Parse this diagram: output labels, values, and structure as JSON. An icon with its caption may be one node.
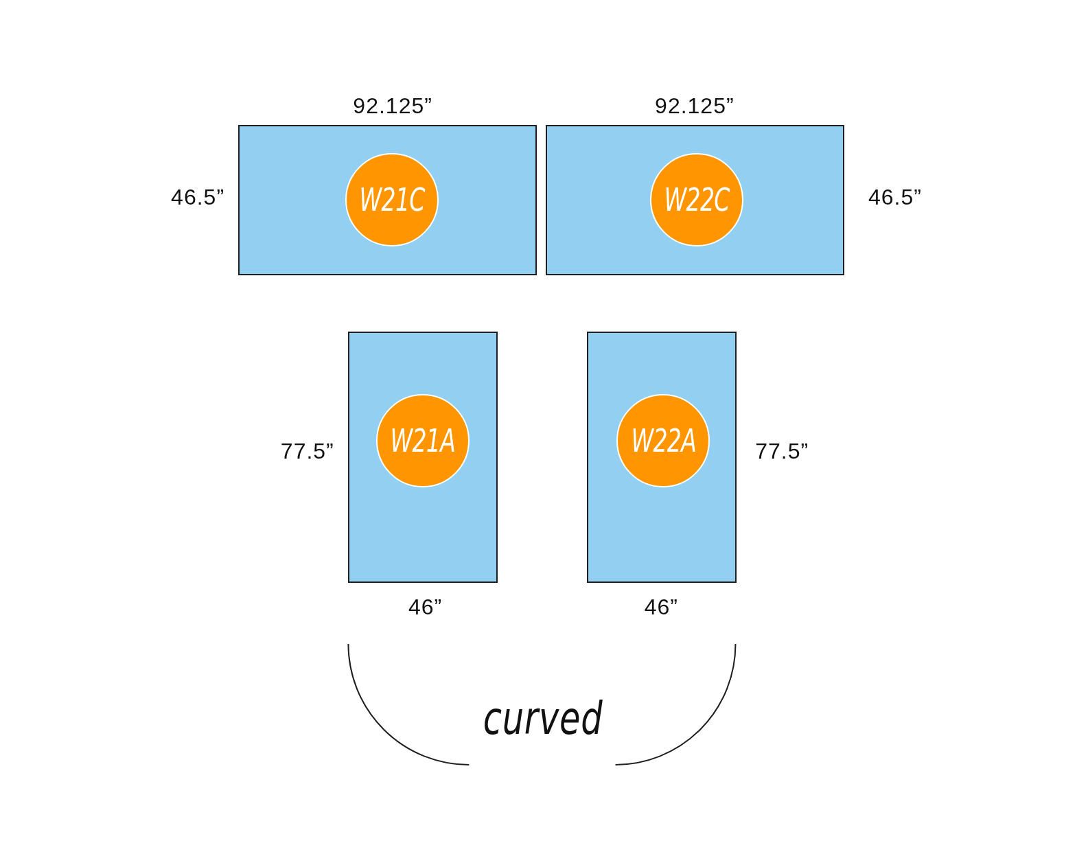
{
  "diagram": {
    "nodes": [
      {
        "text": [],
        "shape": "box"
      },
      {
        "text": [
          "W21C"
        ],
        "in": 0
      },
      {
        "text": [],
        "shape": "box"
      },
      {
        "text": [
          "W22C"
        ],
        "in": 2
      },
      {
        "text": [],
        "shape": "box"
      },
      {
        "text": [
          "W21A"
        ],
        "in": 4
      },
      {
        "text": [],
        "shape": "box"
      },
      {
        "text": [
          "W22A"
        ],
        "in": 6
      }
    ],
    "edges": [],
    "labels": [
      "92.125”",
      "92.125”",
      "46.5”",
      "46.5”",
      "77.5”",
      "77.5”",
      "46”",
      "46”",
      "curved"
    ]
  }
}
